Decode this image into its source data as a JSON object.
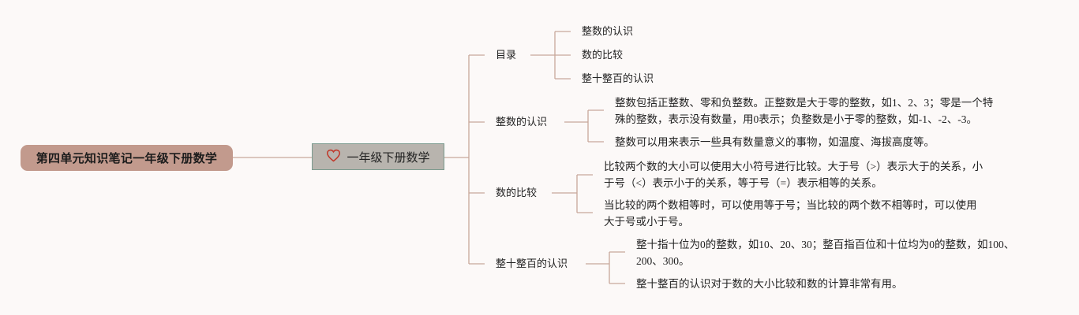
{
  "colors": {
    "root_fill": "#c29a8d",
    "center_fill": "#b8b4ae",
    "line": "#c7a89a",
    "heart": "#c0392b"
  },
  "root": {
    "title": "第四单元知识笔记一年级下册数学"
  },
  "center": {
    "title": "一年级下册数学",
    "icon": "heart-icon"
  },
  "branches": [
    {
      "label": "目录",
      "items": [
        {
          "lines": [
            "整数的认识"
          ]
        },
        {
          "lines": [
            "数的比较"
          ]
        },
        {
          "lines": [
            "整十整百的认识"
          ]
        }
      ]
    },
    {
      "label": "整数的认识",
      "items": [
        {
          "lines": [
            "整数包括正整数、零和负整数。正整数是大于零的整数，如1、2、3；零是一个特",
            "殊的整数，表示没有数量，用0表示；负整数是小于零的整数，如-1、-2、-3。"
          ]
        },
        {
          "lines": [
            "整数可以用来表示一些具有数量意义的事物，如温度、海拔高度等。"
          ]
        }
      ]
    },
    {
      "label": "数的比较",
      "items": [
        {
          "lines": [
            "比较两个数的大小可以使用大小符号进行比较。大于号（>）表示大于的关系，小",
            "于号（<）表示小于的关系，等于号（=）表示相等的关系。"
          ]
        },
        {
          "lines": [
            "当比较的两个数相等时，可以使用等于号；当比较的两个数不相等时，可以使用",
            "大于号或小于号。"
          ]
        }
      ]
    },
    {
      "label": "整十整百的认识",
      "items": [
        {
          "lines": [
            "整十指十位为0的整数，如10、20、30；整百指百位和十位均为0的整数，如100、",
            "200、300。"
          ]
        },
        {
          "lines": [
            "整十整百的认识对于数的大小比较和数的计算非常有用。"
          ]
        }
      ]
    }
  ]
}
